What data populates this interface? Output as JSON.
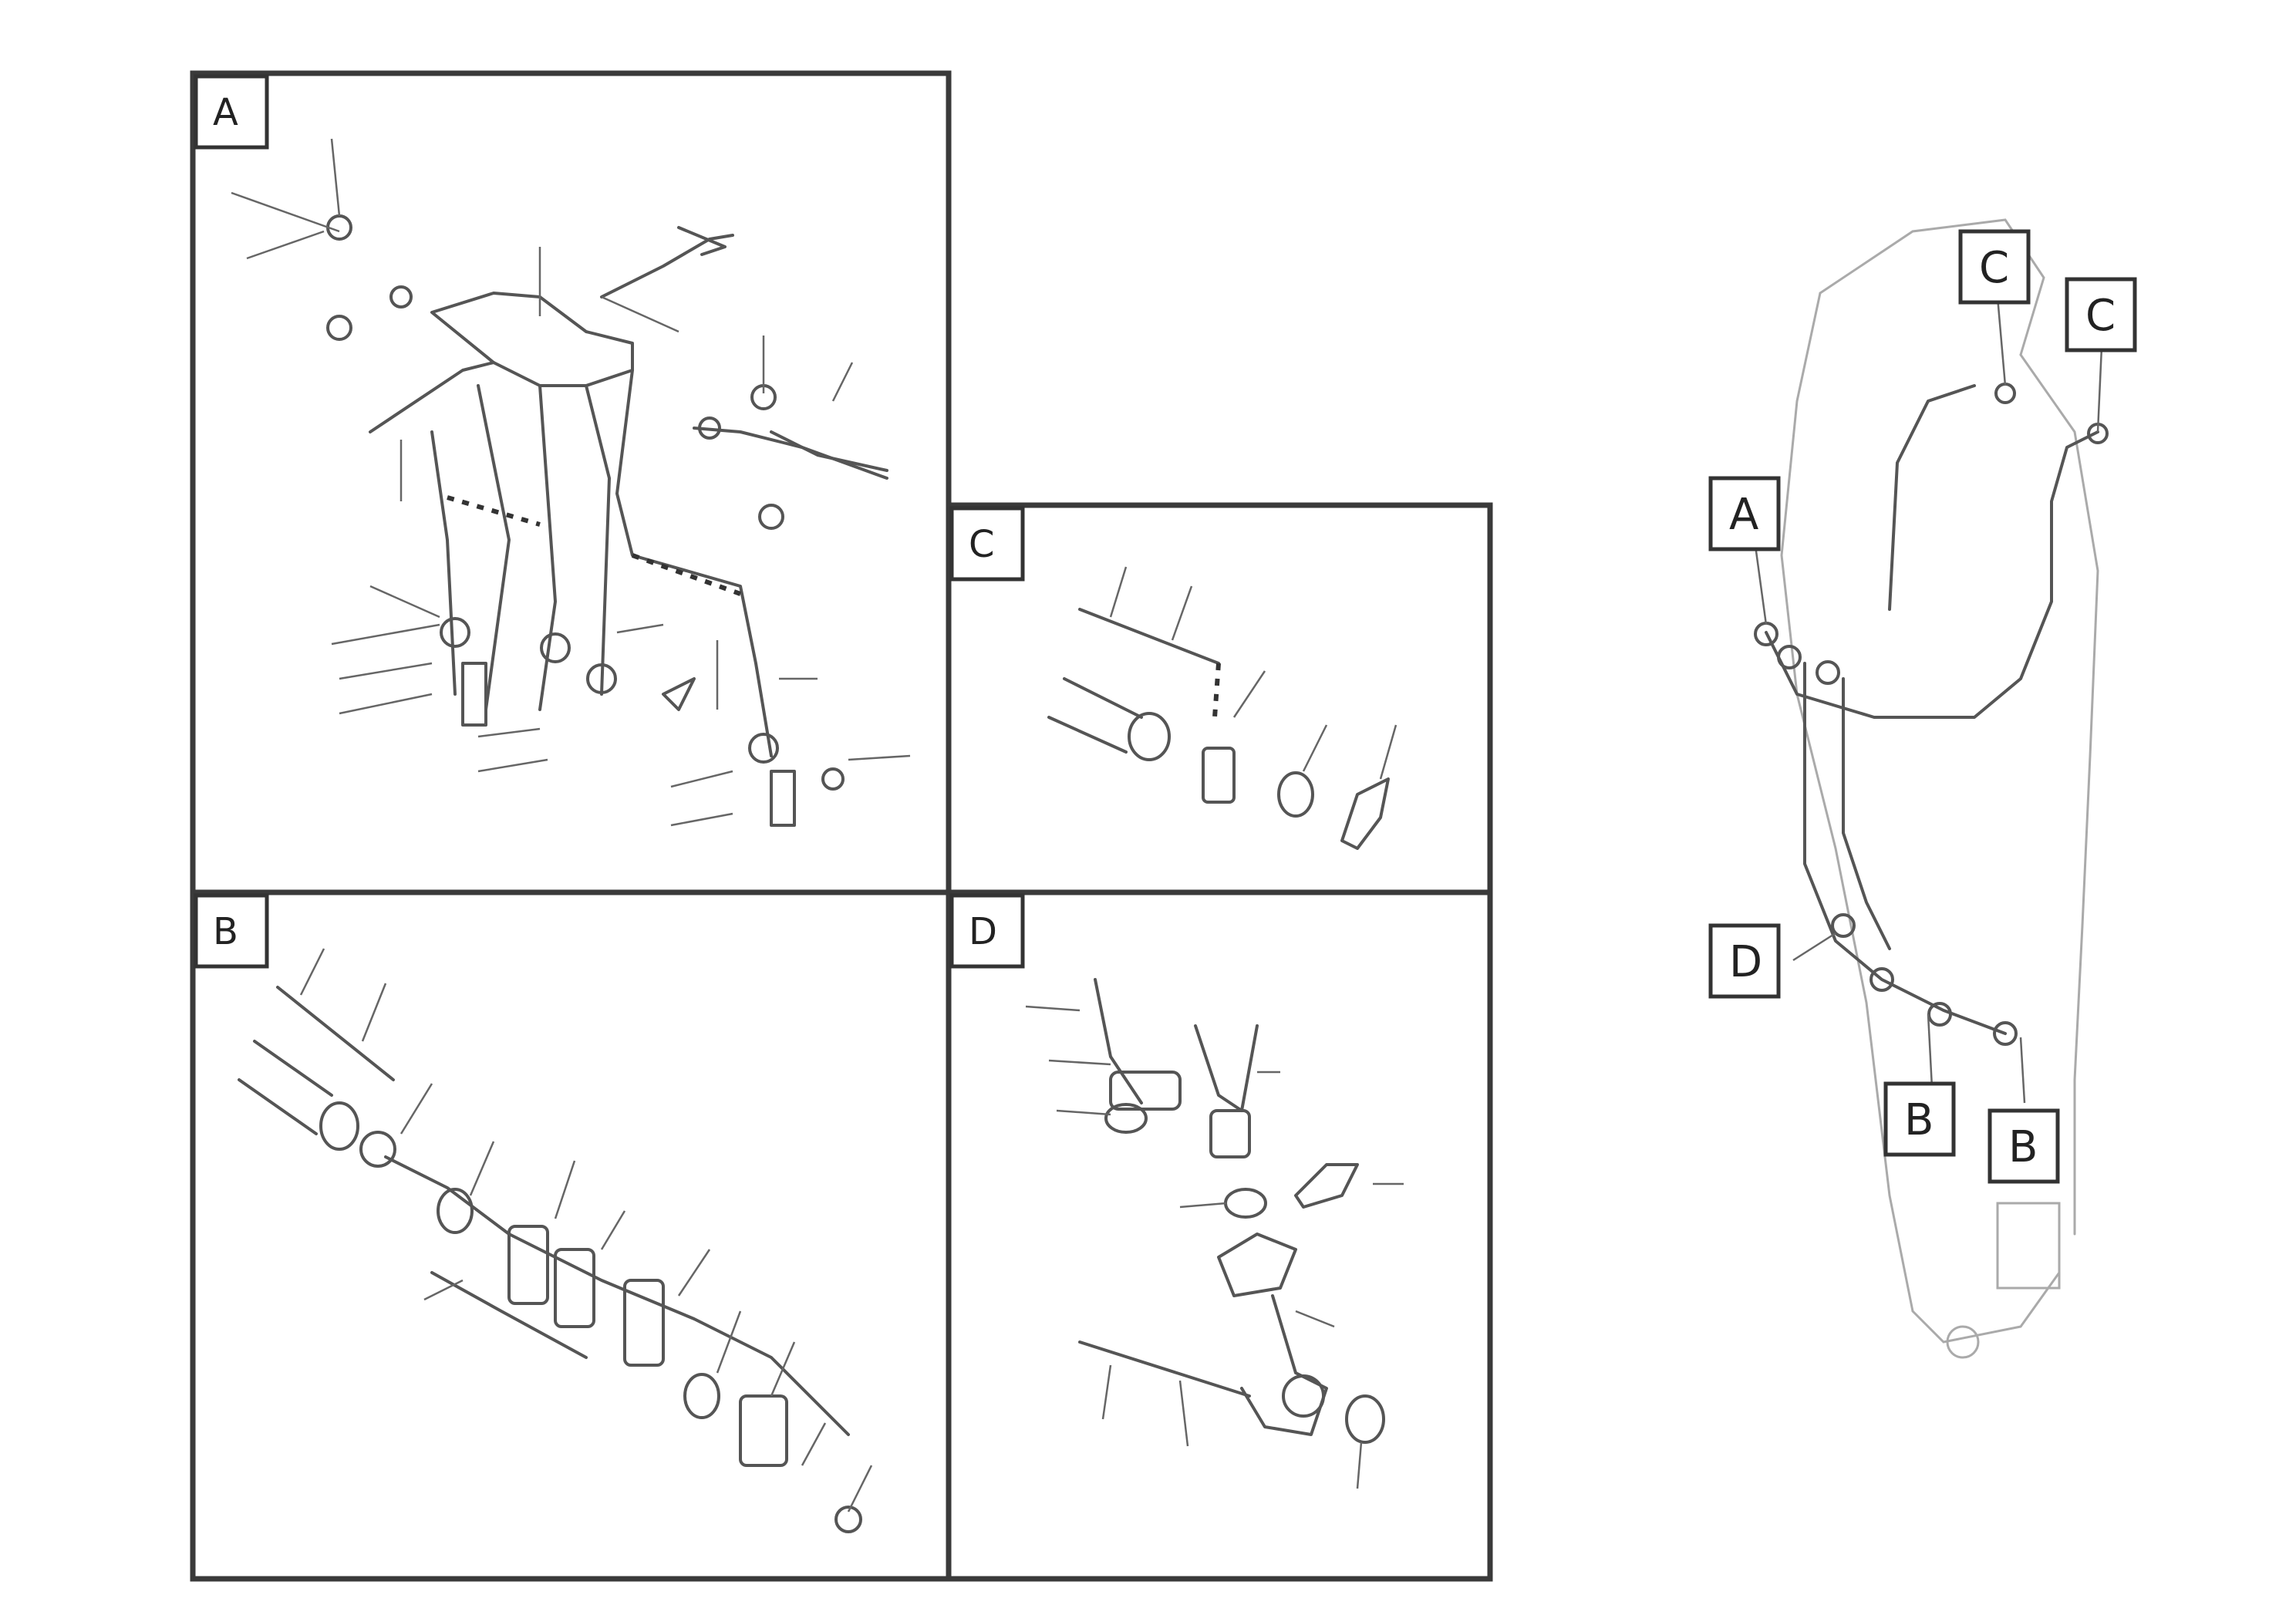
{
  "panels": {
    "A": {
      "tag": "A"
    },
    "B": {
      "tag": "B"
    },
    "C": {
      "tag": "C"
    },
    "D": {
      "tag": "D"
    }
  },
  "overview_tags": [
    "C",
    "C",
    "A",
    "D",
    "B",
    "B"
  ],
  "identification": {
    "line1": "",
    "line2": "",
    "code": ""
  }
}
